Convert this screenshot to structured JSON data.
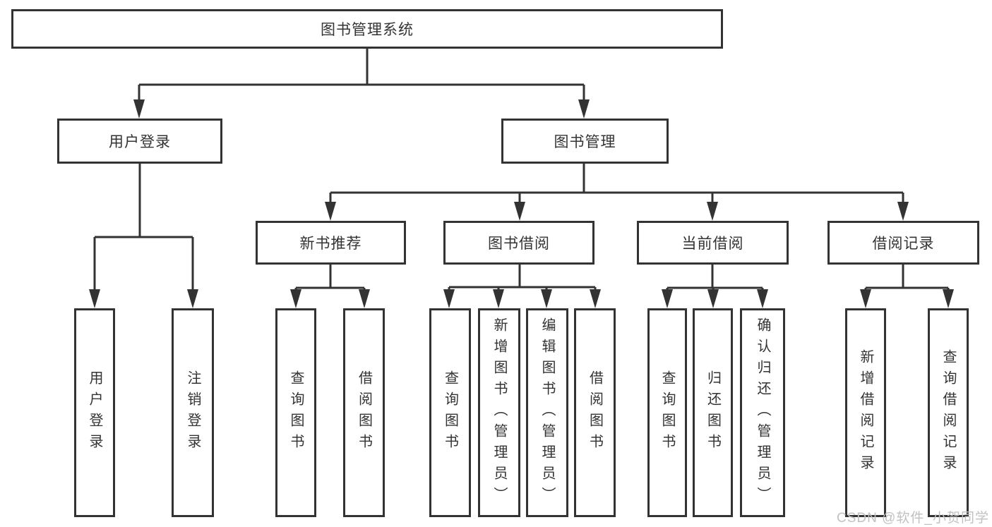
{
  "diagram_type": "hierarchy-flowchart",
  "tree": {
    "label": "图书管理系统",
    "children": [
      {
        "label": "用户登录",
        "children": [
          {
            "label": "用户登录"
          },
          {
            "label": "注销登录"
          }
        ]
      },
      {
        "label": "图书管理",
        "children": [
          {
            "label": "新书推荐",
            "children": [
              {
                "label": "查询图书"
              },
              {
                "label": "借阅图书"
              }
            ]
          },
          {
            "label": "图书借阅",
            "children": [
              {
                "label": "查询图书"
              },
              {
                "label": "新增图书（管理员）"
              },
              {
                "label": "编辑图书（管理员）"
              },
              {
                "label": "借阅图书"
              }
            ]
          },
          {
            "label": "当前借阅",
            "children": [
              {
                "label": "查询图书"
              },
              {
                "label": "归还图书"
              },
              {
                "label": "确认归还（管理员）"
              }
            ]
          },
          {
            "label": "借阅记录",
            "children": [
              {
                "label": "新增借阅记录"
              },
              {
                "label": "查询借阅记录"
              }
            ]
          }
        ]
      }
    ]
  },
  "watermark": {
    "text": "CSDN @软件_小贺同学"
  },
  "colors": {
    "line": "#333333",
    "box_border": "#333333",
    "box_fill": "#ffffff",
    "text": "#333333",
    "background": "#ffffff",
    "watermark": "#c1c1c1"
  }
}
